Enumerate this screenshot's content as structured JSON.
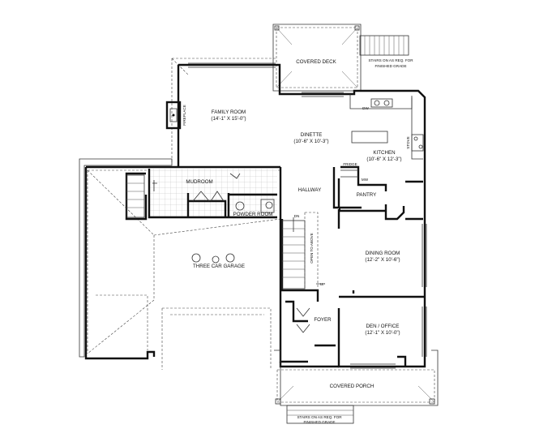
{
  "rooms": {
    "covered_deck": "COVERED DECK",
    "family_room": "FAMILY ROOM",
    "family_room_dim": "(14'-1\" X 15'-0\")",
    "fireplace": "FIREPLACE",
    "dinette": "DINETTE",
    "dinette_dim": "(10'-6\" X 10'-3\")",
    "kitchen": "KITCHEN",
    "kitchen_dim": "(10'-6\" X 12'-3\")",
    "fridge": "FRIDGE",
    "mw": "MW",
    "pantry": "PANTRY",
    "stove": "STOVE",
    "dw": "DW",
    "mudroom": "MUDROOM",
    "powder_room": "POWDER ROOM",
    "hallway": "HALLWAY",
    "garage": "THREE CAR GARAGE",
    "open_to_above": "OPEN TO ABOVE",
    "dn": "DN",
    "up": "UP",
    "dining_room": "DINING ROOM",
    "dining_room_dim": "(12'-2\" X 10'-6\")",
    "foyer": "FOYER",
    "den_office": "DEN / OFFICE",
    "den_office_dim": "(12'-1\" X 10'-0\")",
    "covered_porch": "COVERED PORCH"
  },
  "notes": {
    "stairs_deck_1": "STAIRS ON AS REQ. FOR",
    "stairs_deck_2": "FINISHED GRADE",
    "stairs_porch_1": "STAIRS ON AS REQ. FOR",
    "stairs_porch_2": "FINISHED GRADE"
  }
}
